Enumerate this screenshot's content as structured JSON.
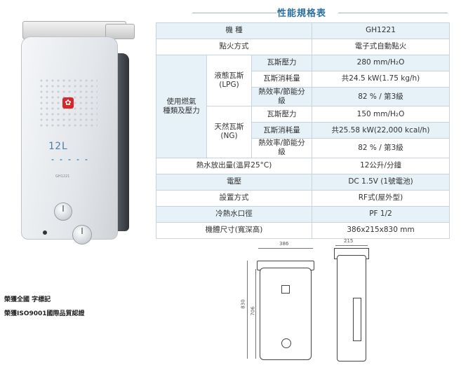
{
  "heater": {
    "capacity_label": "12L",
    "model_label": "GH1221"
  },
  "spec": {
    "title": "性能規格表",
    "model_label": "機 種",
    "model_value": "GH1221",
    "ignition_label": "點火方式",
    "ignition_value": "電子式自動點火",
    "gas_group_label": "使用燃氣\n種類及壓力",
    "lpg_label": "液態瓦斯\n(LPG)",
    "ng_label": "天然瓦斯\n(NG)",
    "pressure_label": "瓦斯壓力",
    "consumption_label": "瓦斯消耗量",
    "efficiency_label": "熱效率/節能分級",
    "lpg_pressure": "280 mm/H₂O",
    "lpg_consumption": "共24.5 kW(1.75 kg/h)",
    "lpg_efficiency": "82 % / 第3級",
    "ng_pressure": "150 mm/H₂O",
    "ng_consumption": "共25.58 kW(22,000 kcal/h)",
    "ng_efficiency": "82 % / 第3級",
    "output_label": "熱水放出量(溫昇25°C)",
    "output_value": "12公升/分鐘",
    "voltage_label": "電壓",
    "voltage_value": "DC 1.5V (1號電池)",
    "install_label": "設置方式",
    "install_value": "RF式(屋外型)",
    "pipe_label": "冷熱水口徑",
    "pipe_value": "PF 1/2",
    "size_label": "機體尺寸(寬深高)",
    "size_value": "386x215x830 mm"
  },
  "drawing": {
    "width_label": "386",
    "depth_label": "215",
    "height_label": "830",
    "inner_height_label": "706"
  },
  "certifications": [
    "榮獲全國 字標記",
    "榮獲ISO9001國際品質認證"
  ],
  "colors": {
    "header_text": "#2b6f9e",
    "row_blue": "#e6f1f8",
    "border": "#c8d3dc"
  }
}
